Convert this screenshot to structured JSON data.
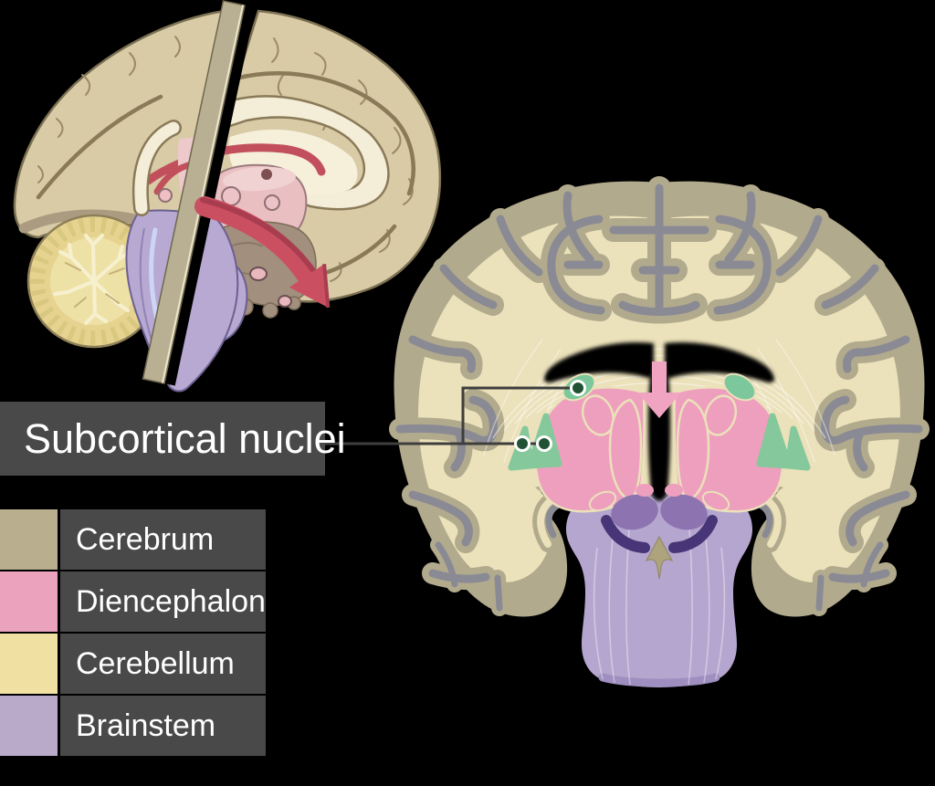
{
  "background": "#000000",
  "callout": {
    "label": "Subcortical nuclei",
    "box_color": "#494949",
    "text_color": "#ffffff",
    "leader_line_color": "#3e3e3e",
    "endpoint_fill": "#215233",
    "endpoint_ring": "#ffffff"
  },
  "legend": {
    "box_color": "#494949",
    "text_color": "#ffffff",
    "items": [
      {
        "label": "Cerebrum",
        "color": "#b9ae8d"
      },
      {
        "label": "Diencephalon",
        "color": "#eba3bd"
      },
      {
        "label": "Cerebellum",
        "color": "#f0e0a2"
      },
      {
        "label": "Brainstem",
        "color": "#b9aac9"
      }
    ]
  },
  "figures": {
    "sagittal": {
      "name": "Sagittal brain view with coronal cut plane and rotation arrow",
      "cortex_color": "#d8cba6",
      "corpus_callosum_color": "#f4eed8",
      "diencephalon_color": "#e9bfc2",
      "cerebellum_color": "#e6d38f",
      "brainstem_color": "#b7a9d2",
      "cut_face_color": "#b9b093",
      "arrow_color": "#ca5061"
    },
    "coronal": {
      "name": "Coronal brain section showing subcortical nuclei",
      "cortex_color": "#b2aa8d",
      "white_matter_color": "#ebe1ba",
      "sulci_color": "#8a8a94",
      "subcortical_nuclei_color": "#7cc79b",
      "thalamus_color": "#ee9fbe",
      "ventricle_color": "#000000",
      "brainstem_color": "#b5a6cf",
      "midbrain_nuclei_color": "#8d74b1",
      "substantia_nigra_color": "#473677",
      "arrow_color": "#f0a4c2"
    }
  }
}
